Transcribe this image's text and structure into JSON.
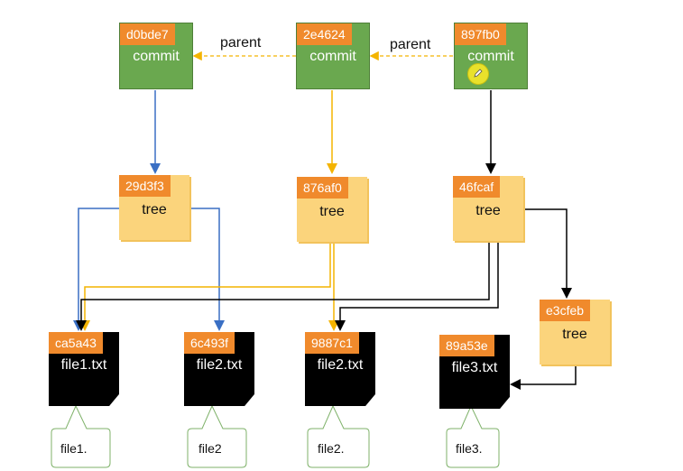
{
  "commits": [
    {
      "hash": "d0bde7",
      "label": "commit"
    },
    {
      "hash": "2e4624",
      "label": "commit"
    },
    {
      "hash": "897fb0",
      "label": "commit"
    }
  ],
  "parent_labels": [
    "parent",
    "parent"
  ],
  "trees": [
    {
      "hash": "29d3f3",
      "label": "tree"
    },
    {
      "hash": "876af0",
      "label": "tree"
    },
    {
      "hash": "46fcaf",
      "label": "tree"
    },
    {
      "hash": "e3cfeb",
      "label": "tree"
    }
  ],
  "blobs": [
    {
      "hash": "ca5a43",
      "label": "file1.txt",
      "content": "file1."
    },
    {
      "hash": "6c493f",
      "label": "file2.txt",
      "content": "file2"
    },
    {
      "hash": "9887c1",
      "label": "file2.txt",
      "content": "file2."
    },
    {
      "hash": "89a53e",
      "label": "file3.txt",
      "content": "file3."
    }
  ],
  "colors": {
    "commit": "#6aa84f",
    "tree": "#fbd47c",
    "hash_badge": "#f08a2c",
    "blob": "#000000",
    "edge_commit1": "#3a6fc4",
    "edge_commit2": "#f4b400",
    "edge_commit3": "#000000",
    "callout_border": "#7fb26a"
  },
  "cursor_icon": "pen-cursor-icon"
}
